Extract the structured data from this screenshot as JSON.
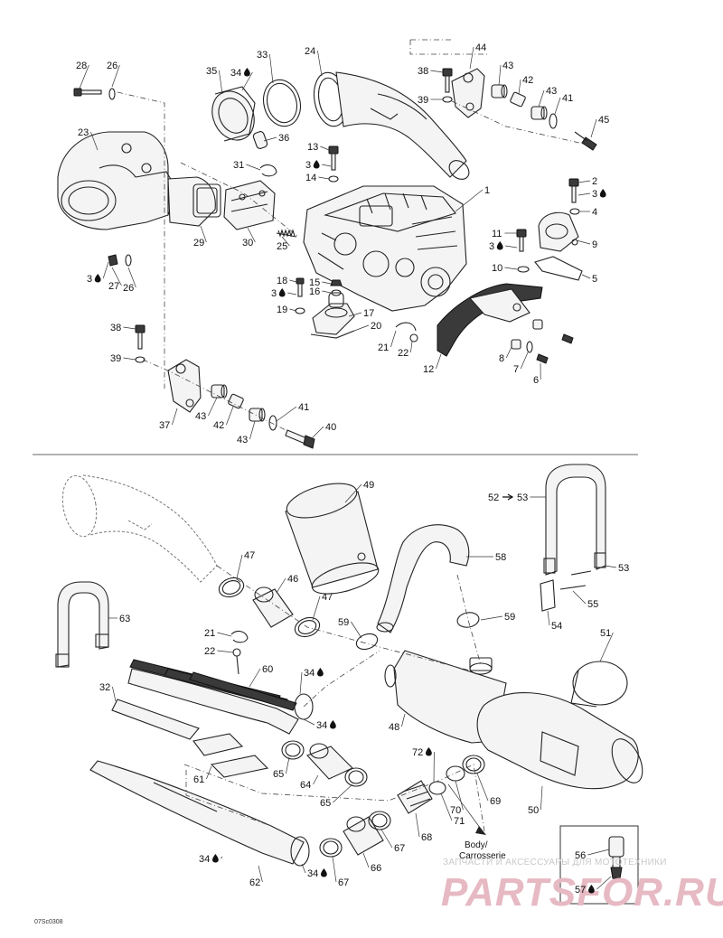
{
  "drawing_ref": "07Sc0308",
  "body_note": [
    "Body/",
    "Carrosserie"
  ],
  "watermark": {
    "top_text": "ЗАПЧАСТИ И АКСЕССУАРЫ ДЛЯ МОТОТЕХНИКИ",
    "brand": "PARTSFOR.RU"
  },
  "icons": {
    "sealant": "sealant-drop-icon",
    "arrow": "arrow-right-icon"
  },
  "labels": {
    "p28": "28",
    "p26a": "26",
    "p33": "33",
    "p24": "24",
    "p44": "44",
    "p35": "35",
    "p34a": "34",
    "p38a": "38",
    "p43a": "43",
    "p42a": "42",
    "p39a": "39",
    "p43b": "43",
    "p41a": "41",
    "p23": "23",
    "p36": "36",
    "p45": "45",
    "p13": "13",
    "p3a": "3",
    "p31": "31",
    "p14": "14",
    "p2": "2",
    "p3b": "3",
    "p1": "1",
    "p4": "4",
    "p29": "29",
    "p30": "30",
    "p25": "25",
    "p11": "11",
    "p3c": "3",
    "p9": "9",
    "p10": "10",
    "p3d": "3",
    "p27": "27",
    "p26b": "26",
    "p5": "5",
    "p18": "18",
    "p15": "15",
    "p3e": "3",
    "p16": "16",
    "p19": "19",
    "p17": "17",
    "p20": "20",
    "p38b": "38",
    "p21a": "21",
    "p22a": "22",
    "p39b": "39",
    "p12": "12",
    "p8": "8",
    "p7": "7",
    "p6": "6",
    "p41b": "41",
    "p37": "37",
    "p43c": "43",
    "p42b": "42",
    "p43d": "43",
    "p40": "40",
    "p49": "49",
    "p52": "52",
    "p53a": "53",
    "p47a": "47",
    "p58": "58",
    "p53b": "53",
    "p46": "46",
    "p55": "55",
    "p63": "63",
    "p47b": "47",
    "p59a": "59",
    "p59b": "59",
    "p54": "54",
    "p21b": "21",
    "p51": "51",
    "p22b": "22",
    "p60": "60",
    "p34b": "34",
    "p32": "32",
    "p34c": "34",
    "p48": "48",
    "p72": "72",
    "p61": "61",
    "p65a": "65",
    "p64": "64",
    "p70": "70",
    "p69": "69",
    "p65b": "65",
    "p50": "50",
    "p71": "71",
    "p68": "68",
    "p67a": "67",
    "p56": "56",
    "p34d": "34",
    "p66": "66",
    "p62": "62",
    "p67b": "67",
    "p34e": "34",
    "p57": "57"
  }
}
